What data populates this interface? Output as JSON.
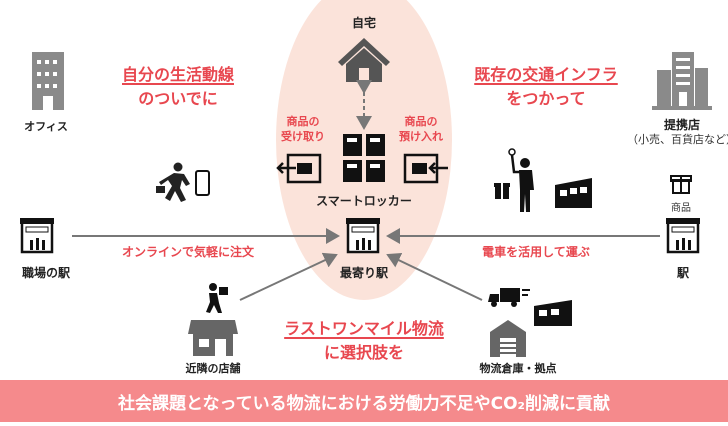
{
  "center": {
    "home": "自宅",
    "locker": "スマートロッカー",
    "nearest_station": "最寄り駅",
    "receive": [
      "商品の",
      "受け取り"
    ],
    "deposit": [
      "商品の",
      "預け入れ"
    ]
  },
  "left": {
    "office": "オフィス",
    "headline": [
      "自分の生活動線",
      "のついでに"
    ],
    "work_station": "職場の駅",
    "order_label": "オンラインで気軽に注文"
  },
  "right": {
    "headline": [
      "既存の交通インフラ",
      "をつかって"
    ],
    "partner": "提携店",
    "partner_note": "（小売、百貨店など）",
    "goods": "商品",
    "station": "駅",
    "train_label": "電車を活用して運ぶ"
  },
  "bottom": {
    "shop": "近隣の店舗",
    "warehouse": "物流倉庫・拠点",
    "headline": [
      "ラストワンマイル物流",
      "に選択肢を"
    ]
  },
  "banner": "社会課題となっている物流における労働力不足やCO₂削減に貢献",
  "colors": {
    "accent": "#e8474f",
    "ellipse": "#fbe3da",
    "banner": "#f58a8c",
    "icon_gray": "#777777"
  }
}
